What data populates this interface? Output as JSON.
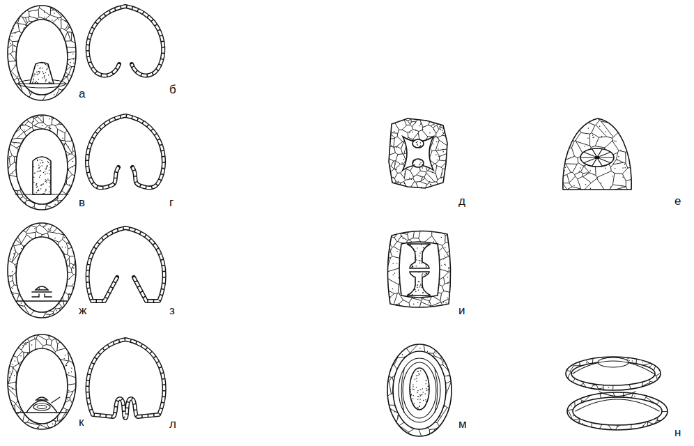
{
  "diagram": {
    "labels": [
      "а",
      "б",
      "в",
      "г",
      "д",
      "е",
      "ж",
      "з",
      "и",
      "к",
      "л",
      "м",
      "н"
    ]
  }
}
